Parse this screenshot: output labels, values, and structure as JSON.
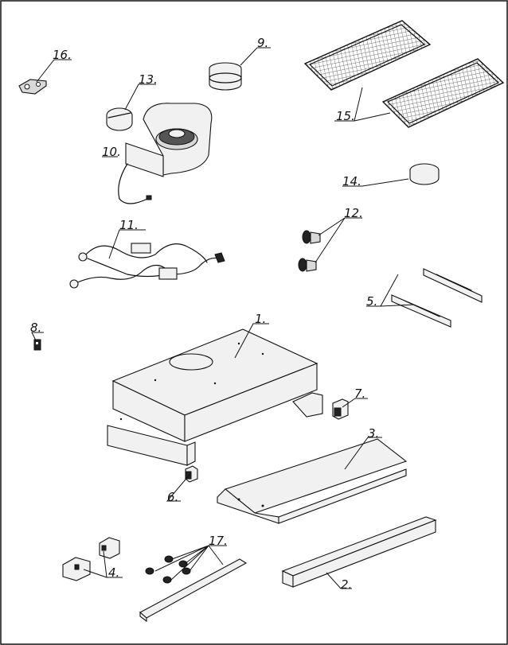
{
  "callouts": [
    {
      "id": "1",
      "label": "1."
    },
    {
      "id": "2",
      "label": "2."
    },
    {
      "id": "3",
      "label": "3."
    },
    {
      "id": "4",
      "label": "4."
    },
    {
      "id": "5",
      "label": "5."
    },
    {
      "id": "6",
      "label": "6."
    },
    {
      "id": "7",
      "label": "7."
    },
    {
      "id": "8",
      "label": "8."
    },
    {
      "id": "9",
      "label": "9."
    },
    {
      "id": "10",
      "label": "10."
    },
    {
      "id": "11",
      "label": "11."
    },
    {
      "id": "12",
      "label": "12."
    },
    {
      "id": "13",
      "label": "13."
    },
    {
      "id": "14",
      "label": "14."
    },
    {
      "id": "15",
      "label": "15."
    },
    {
      "id": "16",
      "label": "16."
    },
    {
      "id": "17",
      "label": "17."
    }
  ]
}
